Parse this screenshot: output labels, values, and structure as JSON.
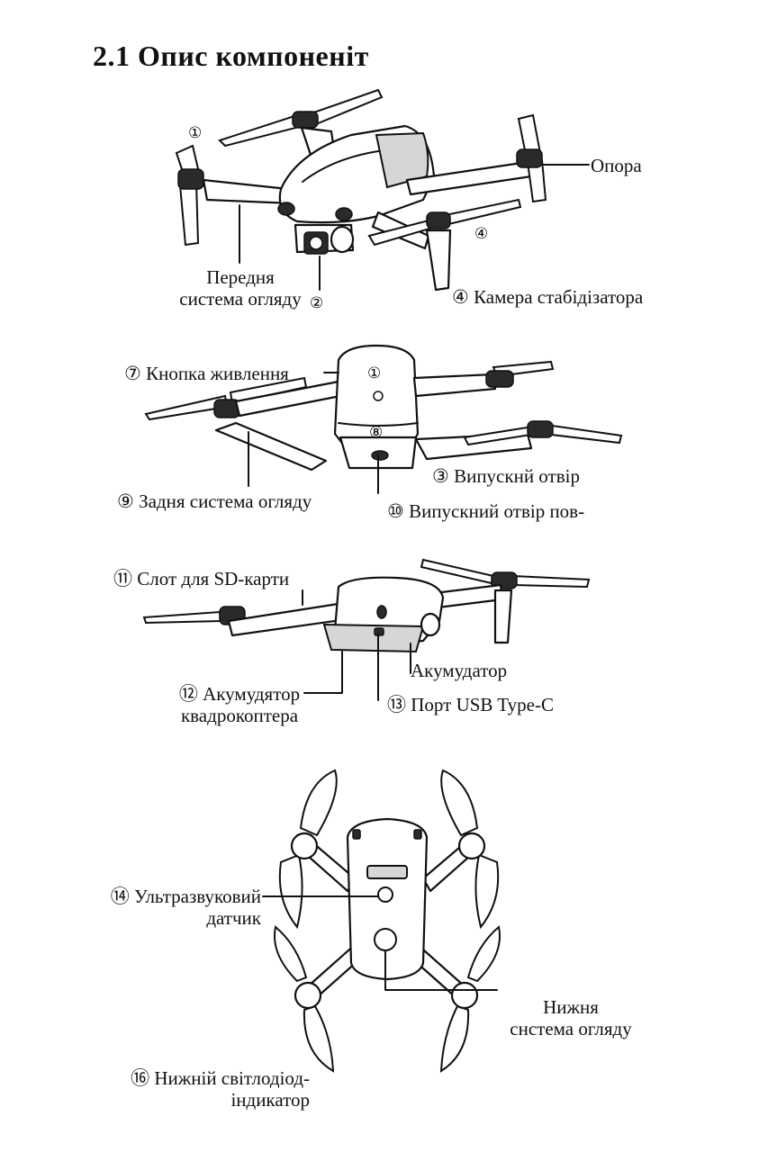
{
  "title": "2.1 Опис компоненіт",
  "figure1": {
    "marker_1": "①",
    "marker_2": "②",
    "marker_4": "④",
    "label_opora": "Опора",
    "label_front_vision_1": "Передня",
    "label_front_vision_2": "система огляду",
    "label_gimbal": "④ Камера стабідізатора"
  },
  "figure2": {
    "marker_1": "①",
    "marker_8": "⑧",
    "label_power": "⑦ Кнопка живлення",
    "label_vent": "③ Випускнй отвір",
    "label_rear_vision": "⑨ Задня система огляду",
    "label_air_outlet": "⑩ Випускний отвір пов-"
  },
  "figure3": {
    "label_sd": "⑪ Слот для SD-карти",
    "label_battery": "Акумудатор",
    "label_aircraft_battery_1": "⑫ Акумудятор",
    "label_aircraft_battery_2": "квадрокоптера",
    "label_usb": "⑬ Порт USB Type-C"
  },
  "figure4": {
    "label_ultrasonic_1": "⑭ Ультразвуковий",
    "label_ultrasonic_2": "датчик",
    "label_bottom_vision_1": "Нижня",
    "label_bottom_vision_2": "снстема огляду",
    "label_led_1": "⑯ Нижній світлодіод-",
    "label_led_2": "індикатор"
  }
}
